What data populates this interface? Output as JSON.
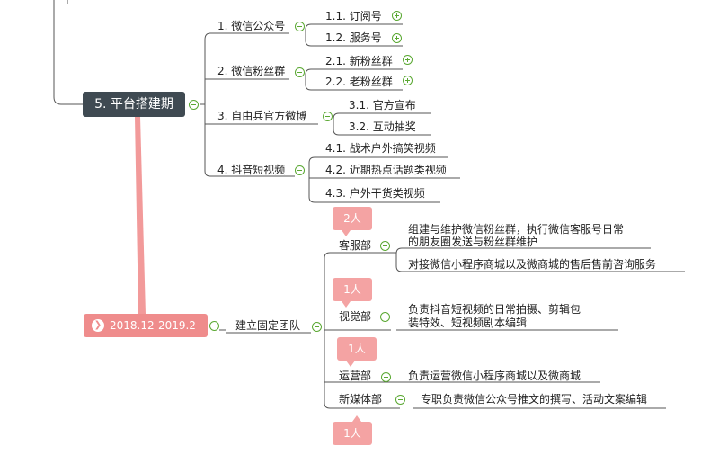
{
  "top_branch": {
    "title": "5. 平台搭建期",
    "children": [
      {
        "label": "1. 微信公众号",
        "children": [
          "1.1. 订阅号",
          "1.2. 服务号"
        ]
      },
      {
        "label": "2. 微信粉丝群",
        "children": [
          "2.1. 新粉丝群",
          "2.2. 老粉丝群"
        ]
      },
      {
        "label": "3. 自由兵官方微博",
        "children": [
          "3.1. 官方宣布",
          "3.2. 互动抽奖"
        ]
      },
      {
        "label": "4. 抖音短视频",
        "children": [
          "4.1. 战术户外搞笑视频",
          "4.2. 近期热点话题类视频",
          "4.3. 户外干货类视频"
        ]
      }
    ]
  },
  "bottom_branch": {
    "date": "2018.12-2019.2",
    "team": "建立固定团队",
    "departments": [
      {
        "name": "客服部",
        "callout": "2人",
        "duties": [
          "组建与维护微信粉丝群，执行微信客服号日常",
          "的朋友圈发送与粉丝群维护",
          "对接微信小程序商城以及微商城的售后售前咨询服务"
        ]
      },
      {
        "name": "视觉部",
        "callout": "1人",
        "duties": [
          "负责抖音短视频的日常拍摄、剪辑包",
          "装特效、短视频剧本编辑"
        ]
      },
      {
        "name": "运营部",
        "callout": "1人",
        "duties": [
          "负责运营微信小程序商城以及微商城"
        ]
      },
      {
        "name": "新媒体部",
        "callout": "1人",
        "duties": [
          "专职负责微信公众号推文的撰写、活动文案编辑"
        ]
      }
    ]
  },
  "colors": {
    "main_node": "#3f4a52",
    "date_node": "#ef8c8c",
    "callout": "#f4a3a3",
    "connector": "#555555",
    "toggle": "#5aa832"
  }
}
